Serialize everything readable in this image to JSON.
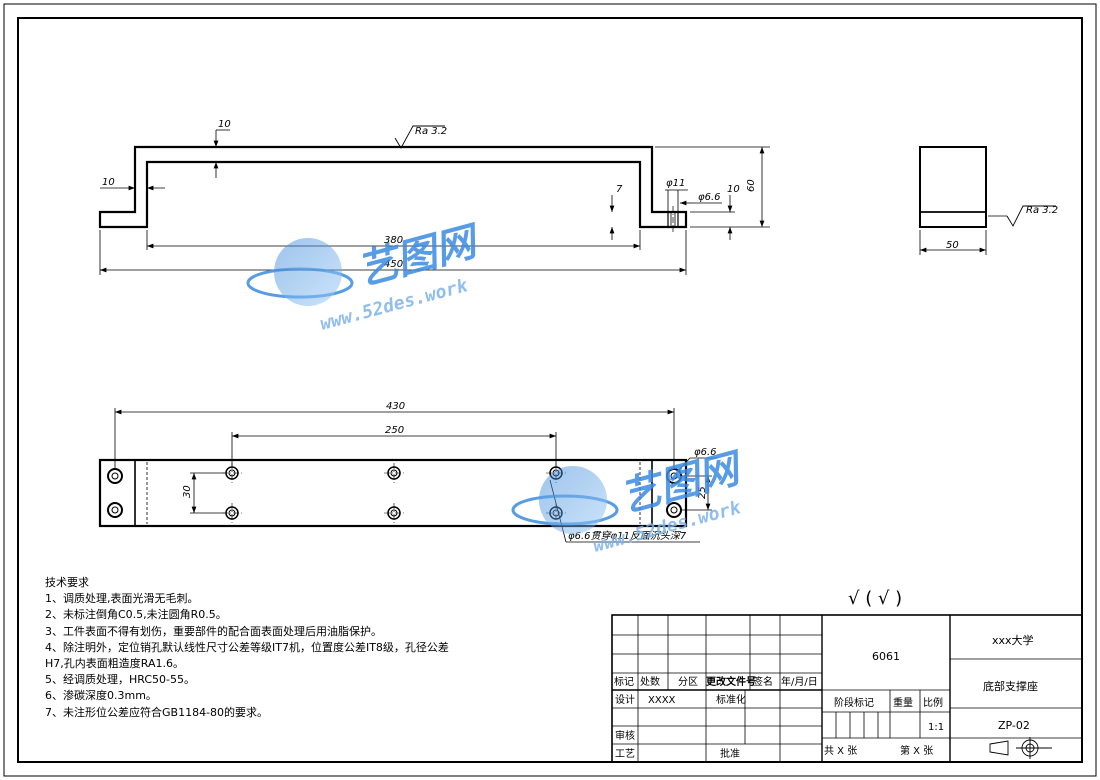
{
  "dims": {
    "wall_thk": "10",
    "flange_len": "10",
    "inner_len": "380",
    "total_len": "450",
    "height": "60",
    "hole_step": "7",
    "cb_dia": "φ11",
    "hole_dia": "φ6.6",
    "hole_offset": "10",
    "roughness_top": "Ra 3.2",
    "side_width": "50",
    "roughness_side": "Ra 3.2",
    "plan_len": "430",
    "hole_span": "250",
    "hole_pitch": "30",
    "end_pitch": "25",
    "end_hole_dia": "φ6.6",
    "hole_note": "φ6.6贯穿φ11反面沉头深7"
  },
  "watermark": {
    "brand": "艺图网",
    "url": "www.52des.work"
  },
  "roughness_symbol": "√ ( √ )",
  "tech_requirements": {
    "title": "技术要求",
    "items": [
      "1、调质处理,表面光滑无毛刺。",
      "2、未标注倒角C0.5,未注圆角R0.5。",
      "3、工件表面不得有划伤，重要部件的配合面表面处理后用油脂保护。",
      "4、除注明外，定位销孔默认线性尺寸公差等级IT7机，位置度公差IT8级，孔径公差",
      "H7,孔内表面粗造度RA1.6。",
      "5、经调质处理，HRC50-55。",
      "6、渗碳深度0.3mm。",
      "7、未注形位公差应符合GB1184-80的要求。"
    ]
  },
  "title_block": {
    "material": "6061",
    "school": "xxx大学",
    "part_name": "底部支撑座",
    "drawing_no": "ZP-02",
    "scale": "1:1",
    "h_mark": "标记",
    "h_count": "处数",
    "h_zone": "分区",
    "h_change_doc": "更改文件号",
    "h_sign": "签名",
    "h_date": "年/月/日",
    "design": "设计",
    "designer": "XXXX",
    "standardize": "标准化",
    "review": "审核",
    "process": "工艺",
    "approve": "批准",
    "stage_mark": "阶段标记",
    "weight": "重量",
    "scale_label": "比例",
    "sheets_total": "共  X  张",
    "sheet_no": "第  X  张"
  }
}
